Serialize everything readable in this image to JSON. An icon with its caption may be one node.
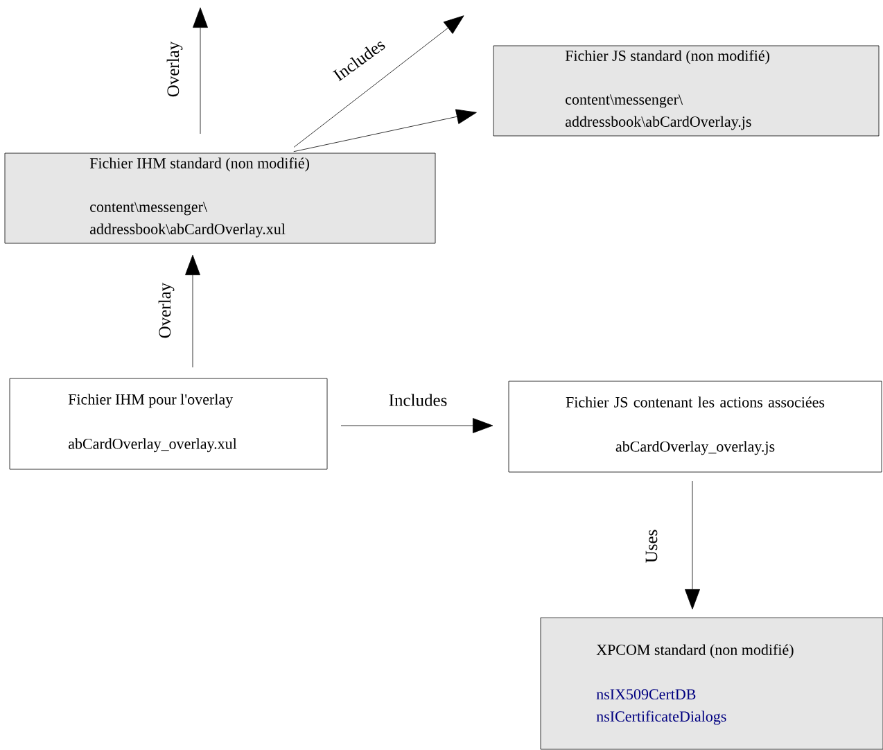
{
  "diagram": {
    "nodes": [
      {
        "text": [
          "Fichier JS standard (non modifié)",
          "content\\messenger\\ addressbook\\abCardOverlay.js"
        ]
      },
      {
        "text": [
          "Fichier IHM standard (non modifié)",
          "content\\messenger\\ addressbook\\abCardOverlay.xul"
        ]
      },
      {
        "text": [
          "Fichier IHM pour l'overlay",
          "abCardOverlay_overlay.xul"
        ]
      },
      {
        "text": [
          "Fichier JS contenant les actions associées",
          "abCardOverlay_overlay.js"
        ]
      },
      {
        "text": [
          "XPCOM standard (non modifié)",
          "nsIX509CertDB nsICertificateDialogs"
        ]
      }
    ],
    "edges": [
      {
        "from": 1,
        "to": null,
        "arrow": "to",
        "label": "Overlay"
      },
      {
        "from": 1,
        "to": null,
        "arrow": "to",
        "label": "Includes"
      },
      {
        "from": 1,
        "to": 0,
        "arrow": "to"
      },
      {
        "from": 2,
        "to": 1,
        "arrow": "to",
        "label": "Overlay"
      },
      {
        "from": 2,
        "to": 3,
        "arrow": "to",
        "label": "Includes"
      },
      {
        "from": 3,
        "to": 4,
        "arrow": "to",
        "label": "Uses"
      }
    ]
  }
}
